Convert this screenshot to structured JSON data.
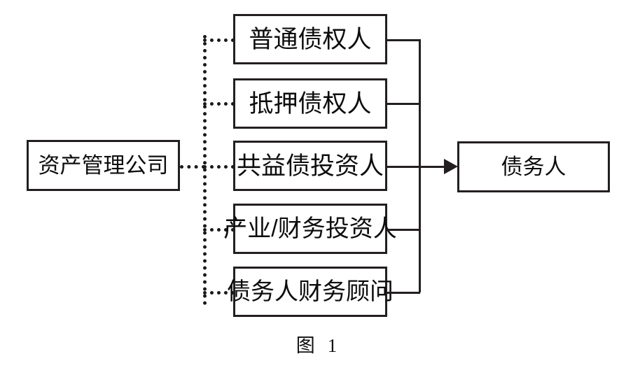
{
  "diagram": {
    "source": {
      "label": "资产管理公司"
    },
    "target": {
      "label": "债务人"
    },
    "intermediaries": [
      {
        "label": "普通债权人"
      },
      {
        "label": "抵押债权人"
      },
      {
        "label": "共益债投资人"
      },
      {
        "label": "产业/财务投资人"
      },
      {
        "label": "债务人财务顾问"
      }
    ],
    "connector_styles": {
      "source_to_intermediaries": "dotted",
      "intermediaries_to_target": "solid-with-arrow"
    },
    "colors": {
      "stroke": "#231f20",
      "text": "#0d0d0d",
      "background": "#ffffff"
    }
  },
  "caption": {
    "prefix": "图",
    "number": "1"
  }
}
